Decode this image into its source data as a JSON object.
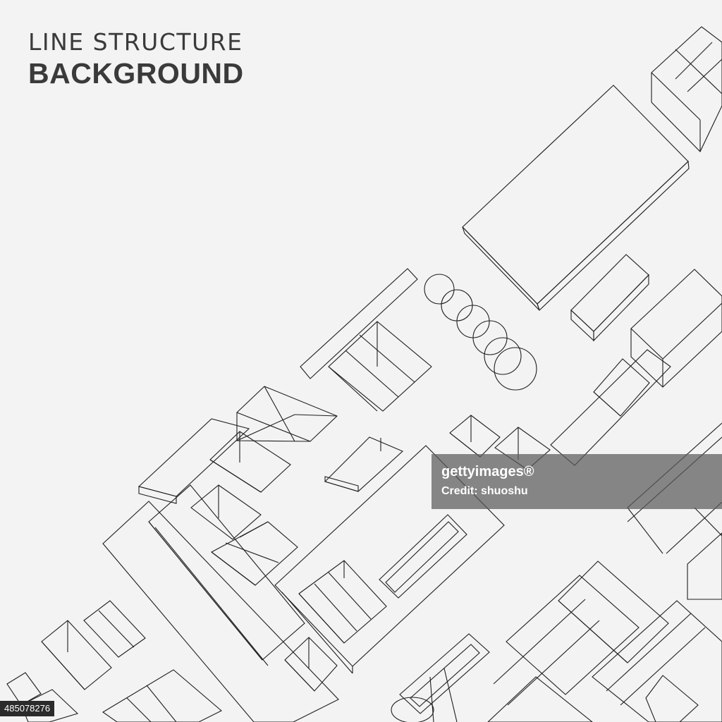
{
  "title": {
    "line1": "LINE STRUCTURE",
    "line2": "BACKGROUND"
  },
  "watermark": {
    "line1": "gettyimages®",
    "line2": "Credit: shuoshu"
  },
  "image_id": "485078276",
  "colors": {
    "background": "#f3f3f3",
    "line": "#1e1e1e",
    "title_text": "#3a3a3a"
  }
}
